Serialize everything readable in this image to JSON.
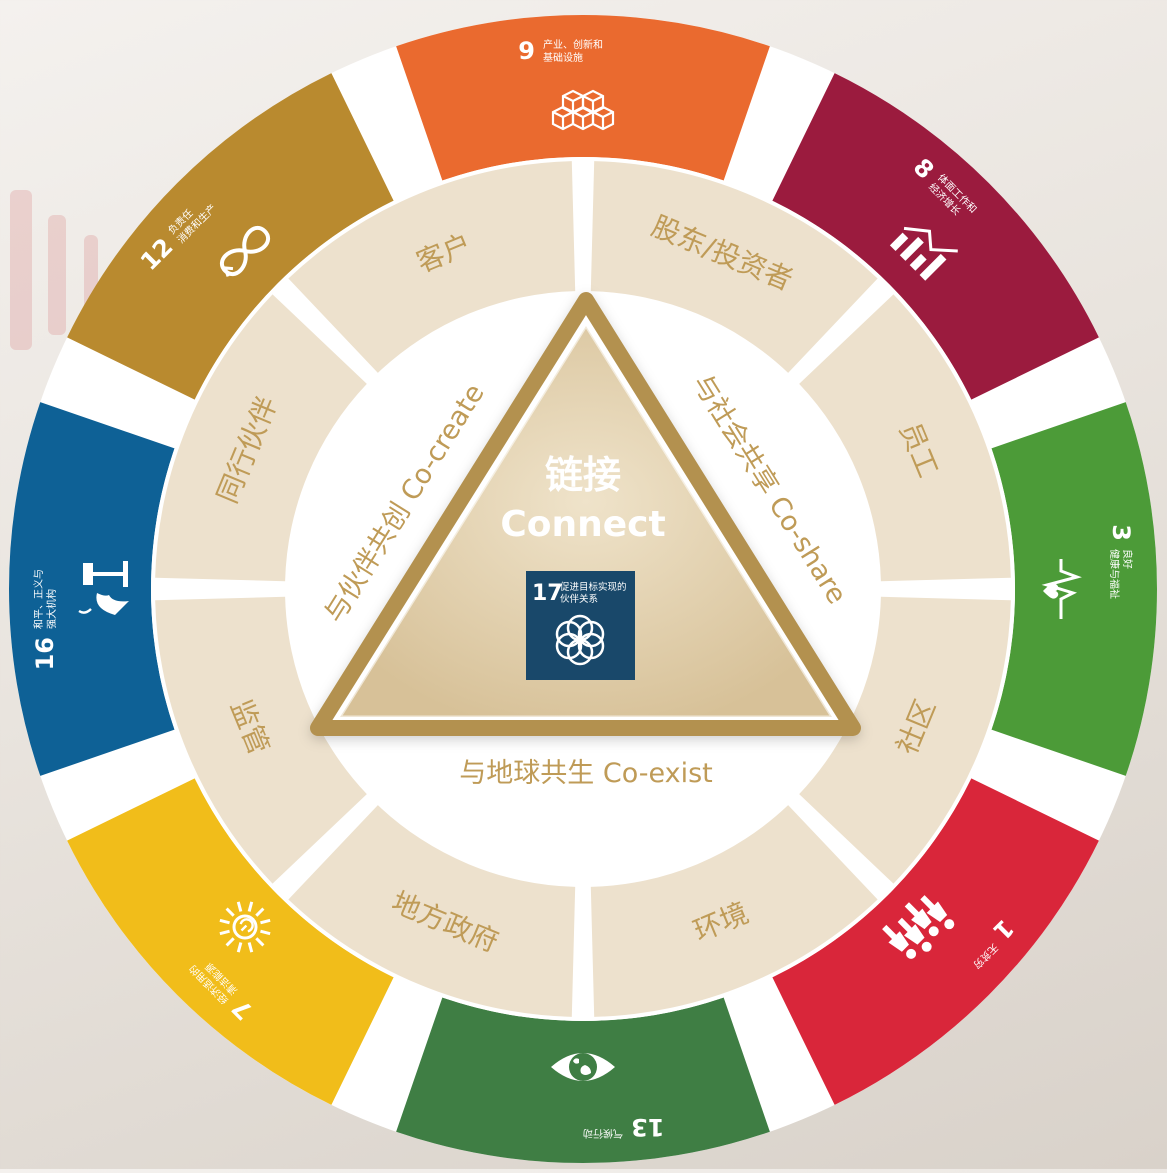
{
  "center": {
    "title_cn": "链接",
    "title_en": "Connect",
    "sdg": {
      "number": "17",
      "label_line1": "促进目标实现的",
      "label_line2": "伙伴关系",
      "icon": "flower-rings-icon",
      "color": "#19486a"
    }
  },
  "triangle_sides": {
    "left": "与伙伴共创 Co-create",
    "right": "与社会共享 Co-share",
    "bottom": "与地球共生 Co-exist"
  },
  "stakeholders": [
    "股东/投资者",
    "员工",
    "社区",
    "环境",
    "地方政府",
    "监管",
    "同行伙伴",
    "客户"
  ],
  "sdgs": [
    {
      "number": "9",
      "line1": "产业、创新和",
      "line2": "基础设施",
      "icon": "cubes-icon",
      "color": "#ea6a2f"
    },
    {
      "number": "8",
      "line1": "体面工作和",
      "line2": "经济增长",
      "icon": "growth-chart-icon",
      "color": "#9b1b3e"
    },
    {
      "number": "3",
      "line1": "良好",
      "line2": "健康与福祉",
      "icon": "heartbeat-icon",
      "color": "#4c9b38"
    },
    {
      "number": "1",
      "line1": "无贫穷",
      "line2": "",
      "icon": "family-icon",
      "color": "#d9263a"
    },
    {
      "number": "13",
      "line1": "气候行动",
      "line2": "",
      "icon": "earth-eye-icon",
      "color": "#3f7e44"
    },
    {
      "number": "7",
      "line1": "经济适用的",
      "line2": "清洁能源",
      "icon": "sun-power-icon",
      "color": "#f1bd1a"
    },
    {
      "number": "16",
      "line1": "和平、正义与",
      "line2": "强大机构",
      "icon": "dove-gavel-icon",
      "color": "#0e6196"
    },
    {
      "number": "12",
      "line1": "负责任",
      "line2": "消费和生产",
      "icon": "infinity-loop-icon",
      "color": "#b98a2f"
    }
  ],
  "colors": {
    "gold": "#b39150",
    "beige": "#ede1cd",
    "text_gold": "#bf9b57"
  }
}
